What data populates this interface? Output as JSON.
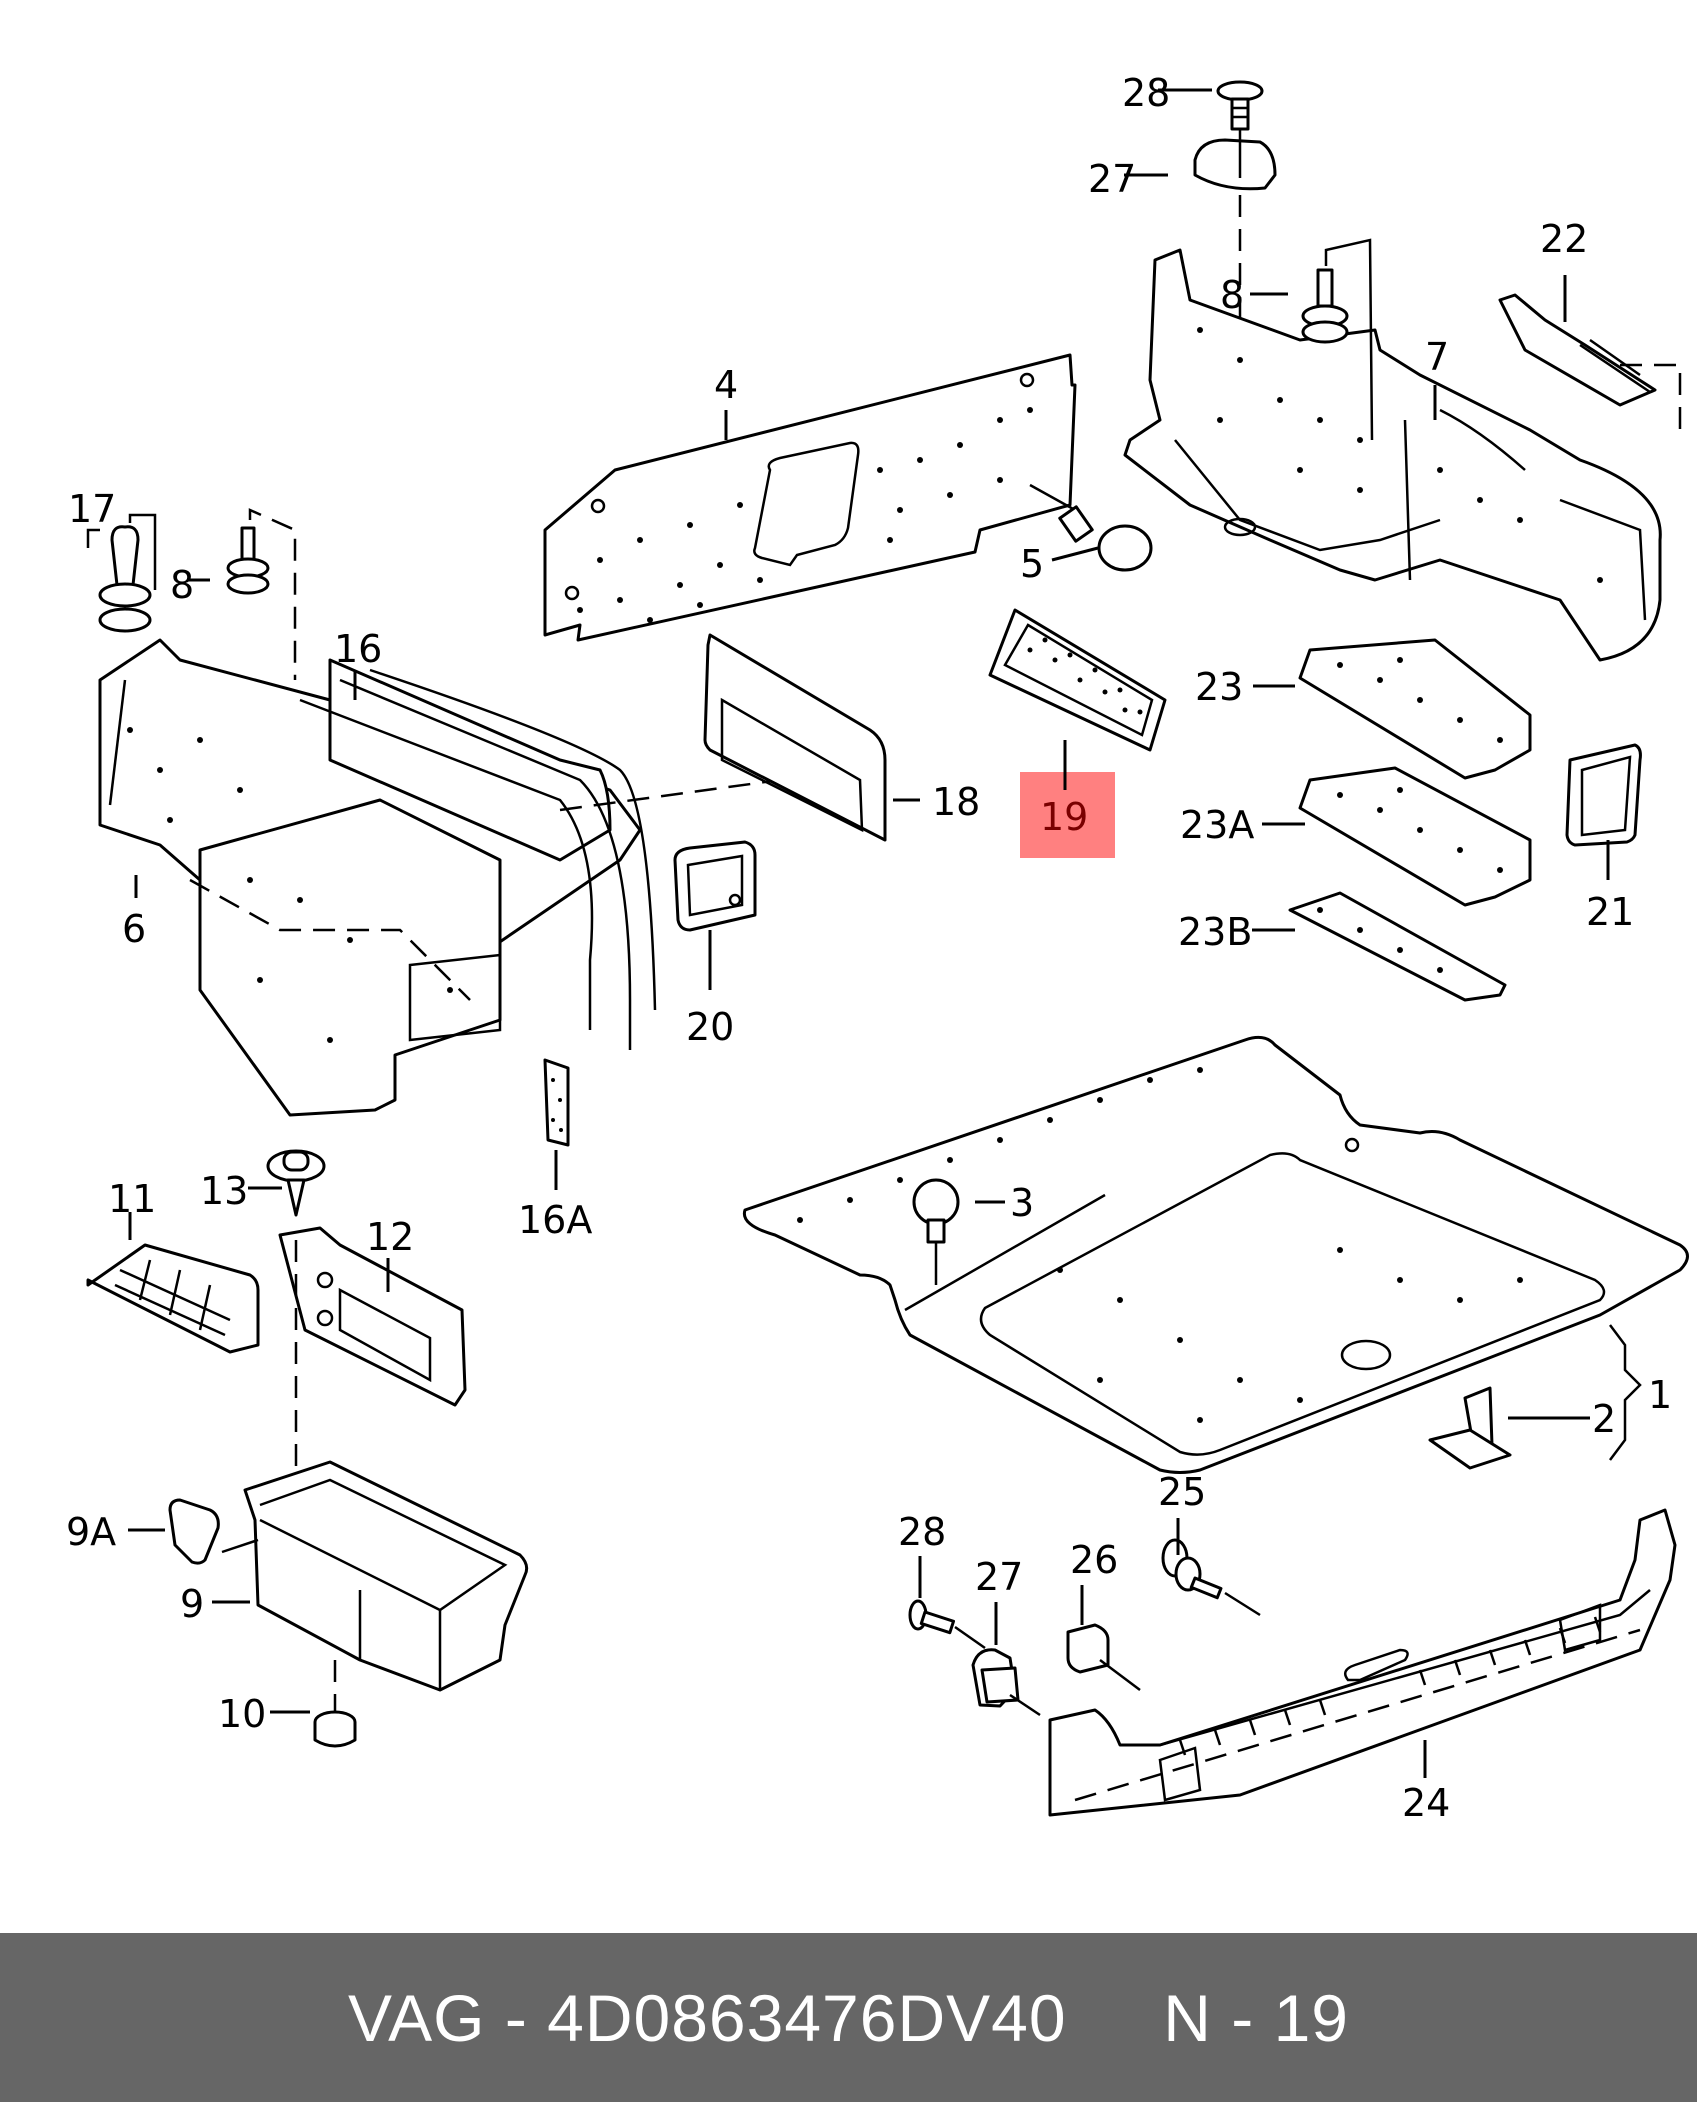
{
  "diagram": {
    "highlight_color": "#ff8080",
    "highlighted_part": "19",
    "part_labels": {
      "p1": "1",
      "p2": "2",
      "p3": "3",
      "p4": "4",
      "p5": "5",
      "p6": "6",
      "p7": "7",
      "p8a": "8",
      "p8b": "8",
      "p9": "9",
      "p9A": "9A",
      "p10": "10",
      "p11": "11",
      "p12": "12",
      "p13": "13",
      "p16": "16",
      "p16A": "16A",
      "p17": "17",
      "p18": "18",
      "p19": "19",
      "p20": "20",
      "p21": "21",
      "p22": "22",
      "p23": "23",
      "p23A": "23A",
      "p23B": "23B",
      "p24": "24",
      "p25": "25",
      "p26": "26",
      "p27a": "27",
      "p27b": "27",
      "p28a": "28",
      "p28b": "28"
    }
  },
  "footer": {
    "brand": "VAG",
    "separator": " - ",
    "part_number": "4D0863476DV40",
    "position_label": "N",
    "position_number": "19",
    "background_color": "#666666"
  }
}
